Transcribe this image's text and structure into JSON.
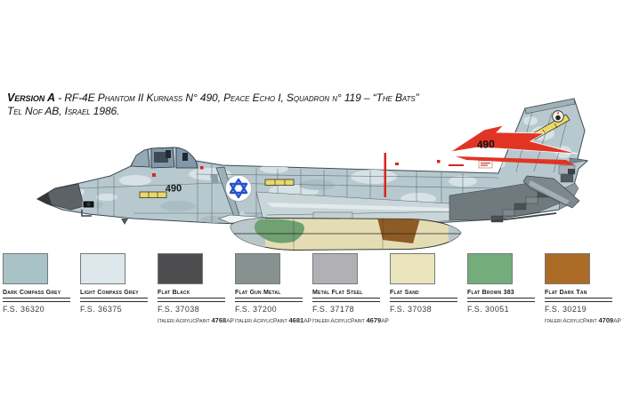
{
  "title": {
    "version_bold": "Version A",
    "separator": " - ",
    "line1": "RF-4E Phantom II Kurnass N° 490, Peace Echo I, Squadron n° 119 – “The Bats”",
    "line2": "Tel Nof AB, Israel 1986."
  },
  "aircraft": {
    "nose_number": "490",
    "tail_number": "490",
    "icons": {
      "roundel": "israeli-air-force-star-of-david-roundel",
      "tail_badge": "squadron-119-bats-badge",
      "tail_flash": "red-lightning-flash"
    }
  },
  "palette": {
    "airframe_base": "#b7c9ce",
    "airframe_light": "#d7e2e6",
    "airframe_mid": "#a9bcc3",
    "panel_line": "#4e5e66",
    "radome_grey": "#5d6266",
    "marking_red": "#d8261c",
    "flash_red": "#e23424",
    "stencil_yellow": "#ead969",
    "roundel_blue": "#2352c8",
    "tank_sand": "#e4ddb4",
    "tank_green": "#6fa172",
    "tank_brown": "#8d5b25",
    "engine_metal": "#70797d"
  },
  "paints": [
    {
      "name": "Dark Compass Grey",
      "fs": "F.S. 36320",
      "hex": "#a9c2c6"
    },
    {
      "name": "Light Compass Grey",
      "fs": "F.S. 36375",
      "hex": "#dde7ec"
    },
    {
      "name": "Flat Black",
      "fs": "F.S. 37038",
      "hex": "#4d4d4f",
      "italeri_label": "Italeri AcrylicPaint",
      "italeri_code": "4768",
      "italeri_suffix": "AP"
    },
    {
      "name": "Flat Gun Metal",
      "fs": "F.S. 37200",
      "hex": "#87918f",
      "italeri_label": "Italeri AcrylicPaint",
      "italeri_code": "4681",
      "italeri_suffix": "AP"
    },
    {
      "name": "Metal Flat Steel",
      "fs": "F.S. 37178",
      "hex": "#b1b1b5",
      "italeri_label": "Italeri AcrylicPaint",
      "italeri_code": "4679",
      "italeri_suffix": "AP"
    },
    {
      "name": "Flat Sand",
      "fs": "F.S. 37038",
      "hex": "#eae4bc"
    },
    {
      "name": "Flat Brown 383",
      "fs": "F.S. 30051",
      "hex": "#74ac7c"
    },
    {
      "name": "Flat Dark Tan",
      "fs": "F.S. 30219",
      "hex": "#ad6b28",
      "italeri_label": "Italeri AcrylicPaint",
      "italeri_code": "4709",
      "italeri_suffix": "AP"
    }
  ]
}
